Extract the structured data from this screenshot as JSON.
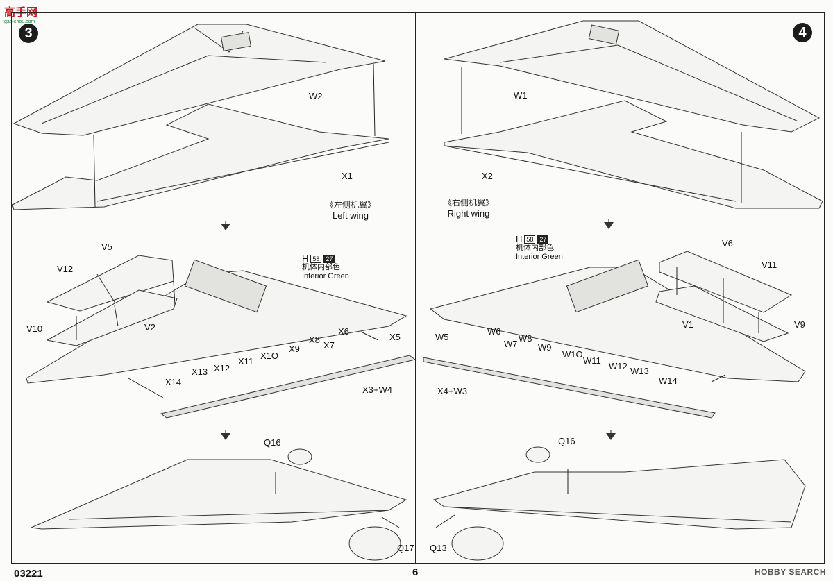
{
  "site_logo": {
    "text": "高手网",
    "subtext": "gao-shou.com"
  },
  "steps": {
    "left": "3",
    "right": "4"
  },
  "left_caption": {
    "zh": "《左侧机翼》",
    "en": "Left wing"
  },
  "right_caption": {
    "zh": "《右侧机翼》",
    "en": "Right wing"
  },
  "paint_left": {
    "letter": "H",
    "code1": "58",
    "code2": "27",
    "zh": "机体内部色",
    "en": "Interior Green"
  },
  "paint_right": {
    "letter": "H",
    "code1": "58",
    "code2": "27",
    "zh": "机体内部色",
    "en": "Interior Green"
  },
  "parts_left": {
    "w2": "W2",
    "x1": "X1",
    "v5": "V5",
    "v12": "V12",
    "v10": "V10",
    "v2": "V2",
    "x6": "X6",
    "x5": "X5",
    "x8": "X8",
    "x7": "X7",
    "x9": "X9",
    "x10": "X1O",
    "x11": "X11",
    "x12": "X12",
    "x13": "X13",
    "x14": "X14",
    "x3w4": "X3+W4",
    "q16": "Q16",
    "q17": "Q17"
  },
  "parts_right": {
    "w1": "W1",
    "x2": "X2",
    "v6": "V6",
    "v11": "V11",
    "v1": "V1",
    "v9": "V9",
    "w5": "W5",
    "w6": "W6",
    "w7": "W7",
    "w8": "W8",
    "w9": "W9",
    "w10": "W1O",
    "w11": "W11",
    "w12": "W12",
    "w13": "W13",
    "w14": "W14",
    "x4w3": "X4+W3",
    "q16": "Q16",
    "q13": "Q13"
  },
  "footer": {
    "catalog": "03221",
    "page": "6"
  },
  "watermark": "HOBBY SEARCH"
}
